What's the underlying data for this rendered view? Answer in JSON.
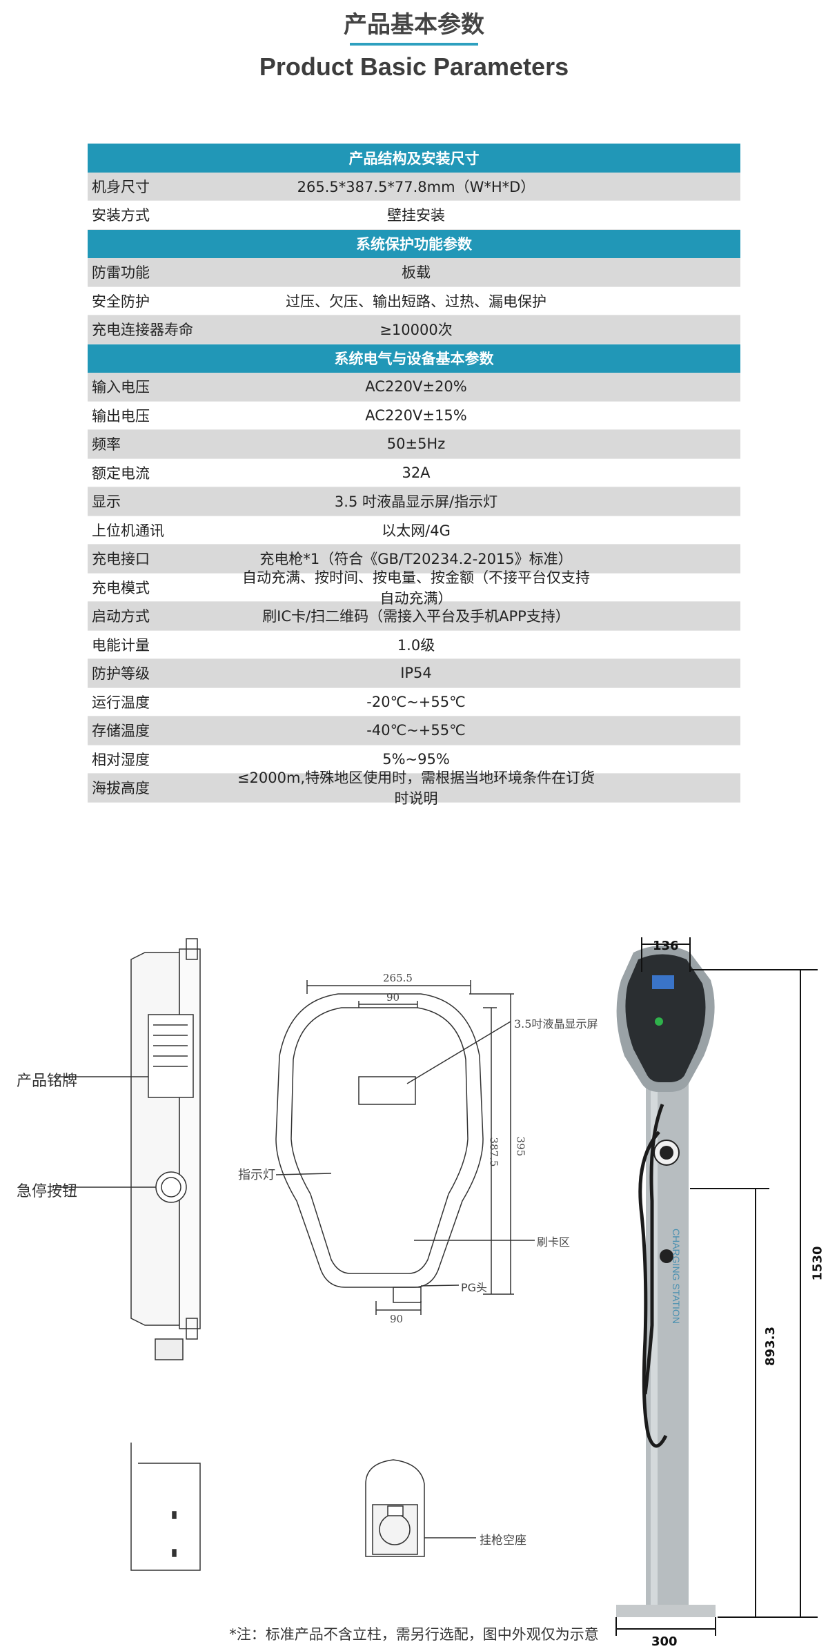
{
  "header": {
    "title_cn": "产品基本参数",
    "title_en": "Product Basic Parameters"
  },
  "table": {
    "sections": [
      {
        "heading": "产品结构及安装尺寸",
        "rows": [
          {
            "name": "机身尺寸",
            "value": "265.5*387.5*77.8mm（W*H*D）"
          },
          {
            "name": "安装方式",
            "value": "壁挂安装"
          }
        ]
      },
      {
        "heading": "系统保护功能参数",
        "rows": [
          {
            "name": "防雷功能",
            "value": "板载"
          },
          {
            "name": "安全防护",
            "value": "过压、欠压、输出短路、过热、漏电保护"
          },
          {
            "name": "充电连接器寿命",
            "value": "≥10000次"
          }
        ]
      },
      {
        "heading": "系统电气与设备基本参数",
        "rows": [
          {
            "name": "输入电压",
            "value": "AC220V±20%"
          },
          {
            "name": "输出电压",
            "value": "AC220V±15%"
          },
          {
            "name": "频率",
            "value": "50±5Hz"
          },
          {
            "name": "额定电流",
            "value": "32A"
          },
          {
            "name": "显示",
            "value": "3.5 吋液晶显示屏/指示灯"
          },
          {
            "name": "上位机通讯",
            "value": "以太网/4G"
          },
          {
            "name": "充电接口",
            "value": "充电枪*1（符合《GB/T20234.2-2015》标准）"
          },
          {
            "name": "充电模式",
            "value": "自动充满、按时间、按电量、按金额（不接平台仅支持自动充满）"
          },
          {
            "name": "启动方式",
            "value": "刷IC卡/扫二维码（需接入平台及手机APP支持）"
          },
          {
            "name": "电能计量",
            "value": "1.0级"
          },
          {
            "name": "防护等级",
            "value": "IP54"
          },
          {
            "name": "运行温度",
            "value": "-20℃~+55℃"
          },
          {
            "name": "存储温度",
            "value": "-40℃~+55℃"
          },
          {
            "name": "相对湿度",
            "value": "5%~95%"
          },
          {
            "name": "海拔高度",
            "value": "≤2000m,特殊地区使用时，需根据当地环境条件在订货时说明"
          }
        ]
      }
    ]
  },
  "drawings": {
    "side_labels": {
      "nameplate": "产品铭牌",
      "estop": "急停按钮"
    },
    "front": {
      "dim_width": "265.5",
      "dim_top": "90",
      "dim_bottom": "90",
      "dim_h1": "387.5",
      "dim_h2": "395",
      "label_screen": "3.5吋液晶显示屏",
      "label_indicator": "指示灯",
      "label_card": "刷卡区",
      "label_pg": "PG头"
    },
    "holster_label": "挂枪空座",
    "pole": {
      "dim_top": "136",
      "dim_total": "1530",
      "dim_mid": "893.3",
      "dim_base": "300",
      "brand_text": "CHARGING STATION"
    }
  },
  "note": "*注：标准产品不含立柱，需另行选配，图中外观仅为示意"
}
